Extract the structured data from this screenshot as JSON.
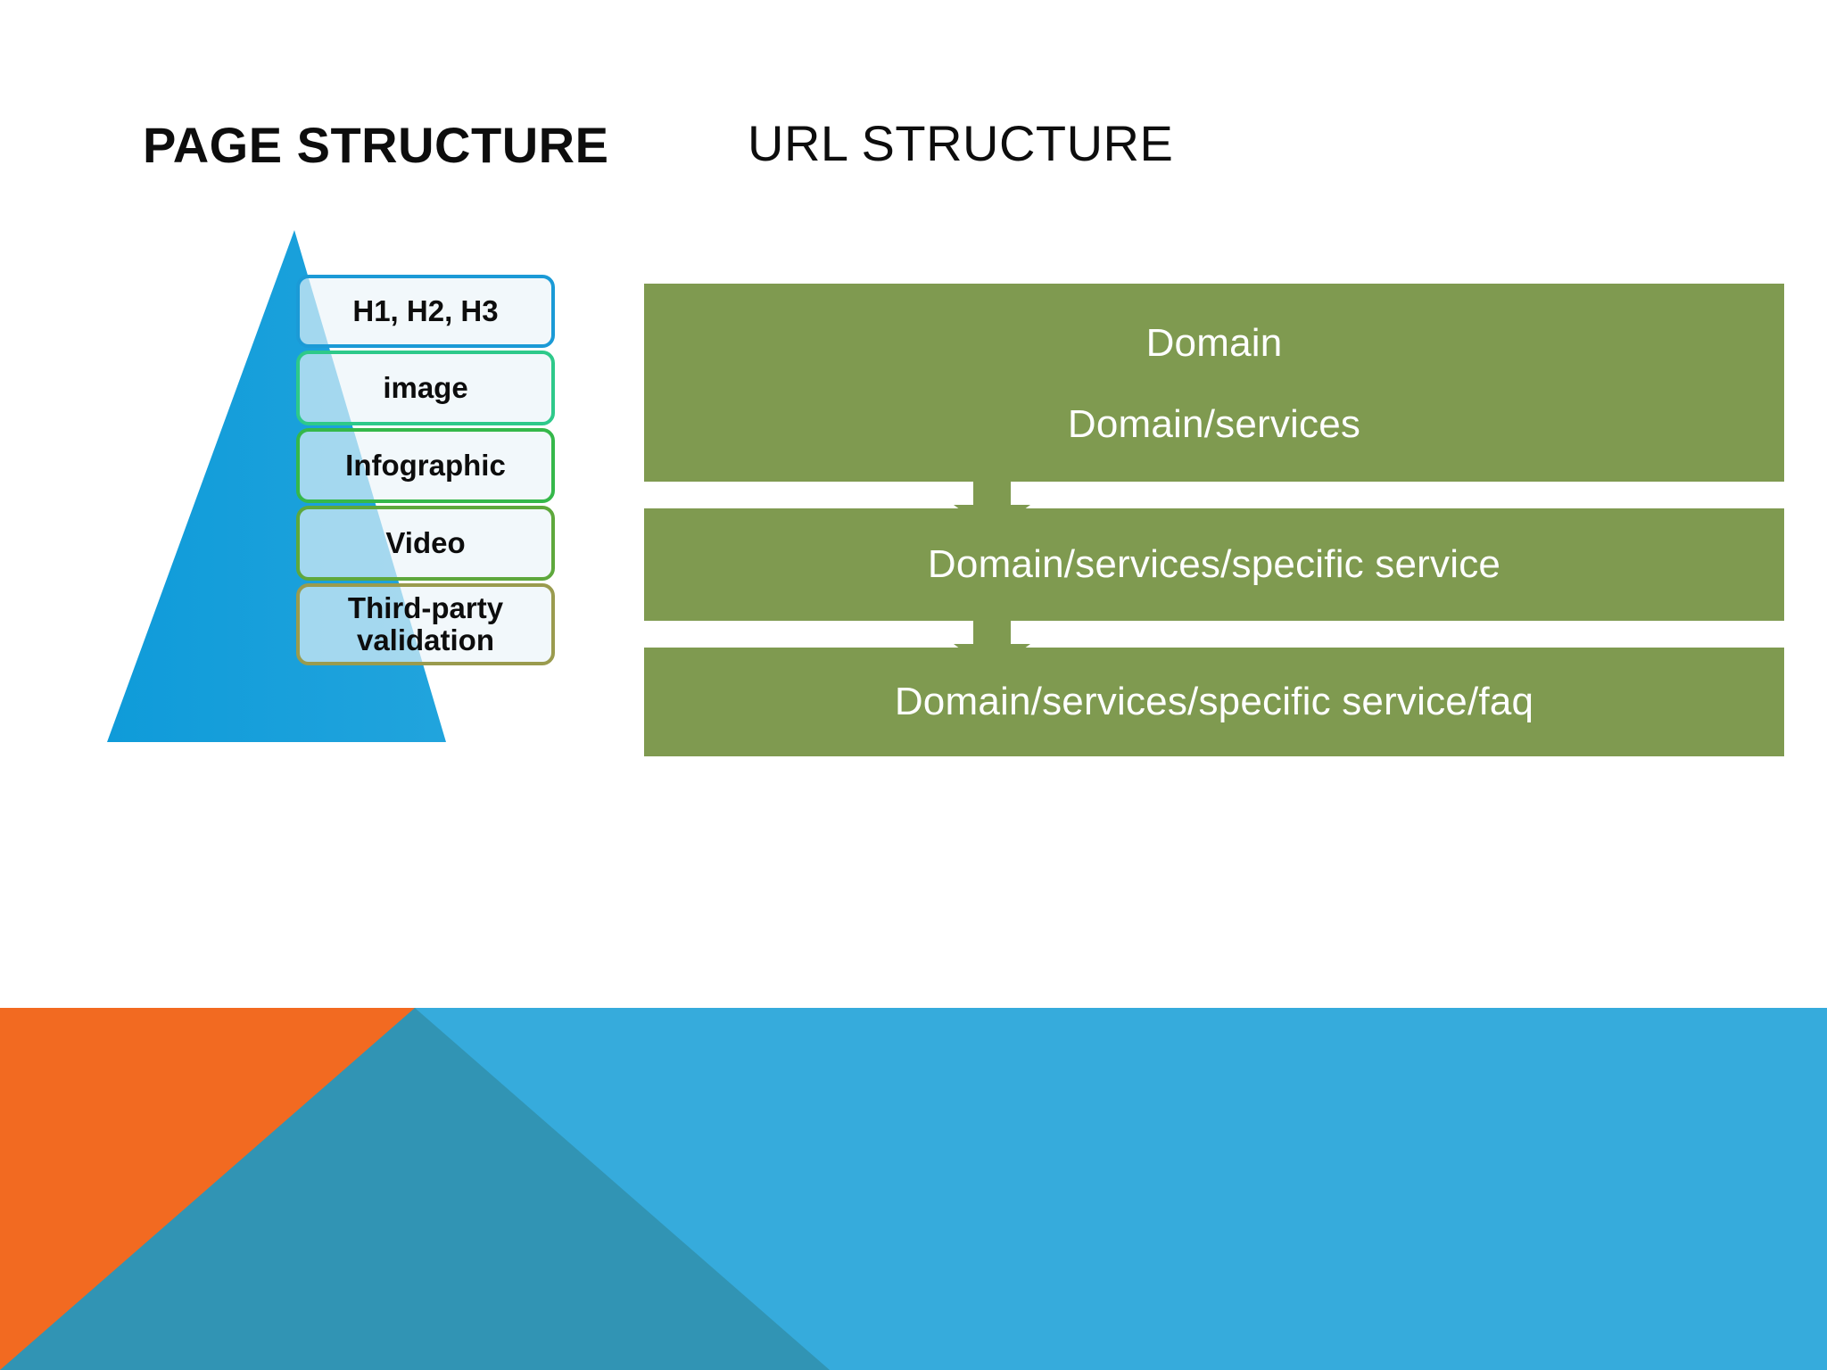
{
  "slide": {
    "background_color": "#ffffff"
  },
  "page_structure": {
    "title": "PAGE STRUCTURE",
    "pyramid": {
      "fill_color": "#1b9ad6",
      "overlay_color": "#eaf3f8"
    },
    "layers": [
      {
        "label": "H1, H2, H3",
        "border_color": "#1b9ad6",
        "fill_color": "#ebf4f9"
      },
      {
        "label": "image",
        "border_color": "#2ec98a",
        "fill_color": "#ebf4f9"
      },
      {
        "label": "Infographic",
        "border_color": "#35b84a",
        "fill_color": "#ebf4f9"
      },
      {
        "label": "Video",
        "border_color": "#5ea83c",
        "fill_color": "#ebf4f9"
      },
      {
        "label": "Third-party\nvalidation",
        "border_color": "#9a9b4e",
        "fill_color": "#ebf4f9"
      }
    ]
  },
  "url_structure": {
    "title": "URL STRUCTURE",
    "bar_color": "#7f9a50",
    "text_color": "#ffffff",
    "arrow_color": "#7f9a50",
    "steps": [
      {
        "label": "Domain"
      },
      {
        "label": "Domain/services"
      },
      {
        "label": "Domain/services/specific service"
      },
      {
        "label": "Domain/services/specific service/faq"
      }
    ]
  },
  "decoration": {
    "band_blue": "#36abdc",
    "band_orange": "#f26a21",
    "band_triangle": "#3194b4"
  }
}
